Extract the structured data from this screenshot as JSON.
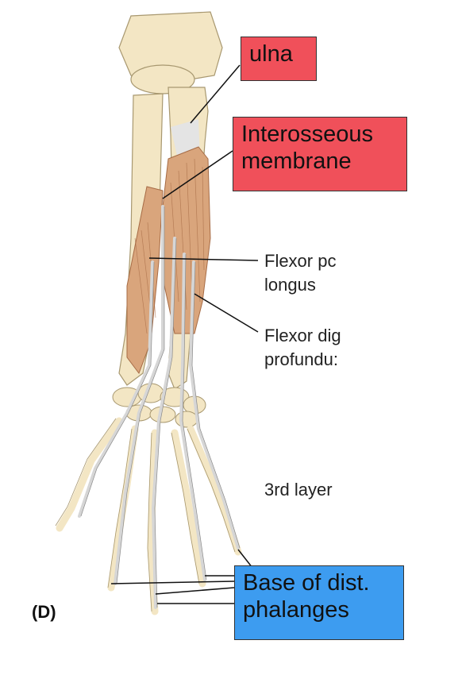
{
  "callouts": {
    "ulna": "ulna",
    "interosseous_line1": "Interosseous",
    "interosseous_line2": "membrane",
    "base_line1": "Base of dist.",
    "base_line2": "phalanges"
  },
  "labels": {
    "fpl_line1": "Flexor pc",
    "fpl_line2": "longus",
    "fdp_line1": "Flexor dig",
    "fdp_line2": "profundu:",
    "layer": "3rd layer",
    "panel": "(D)"
  },
  "colors": {
    "red_callout": "#f0505a",
    "blue_callout": "#3d9cf0",
    "bone": "#f3e6c4",
    "muscle": "#d9a57c",
    "tendon": "#dcdcdc"
  }
}
